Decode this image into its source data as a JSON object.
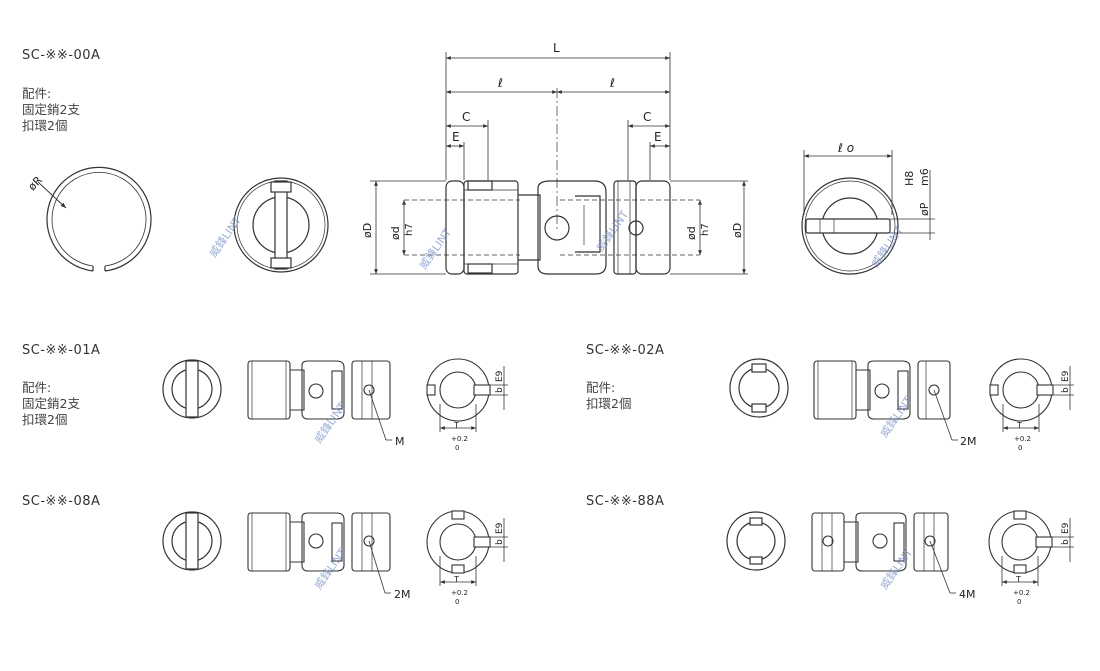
{
  "models": {
    "m00a": "SC-※※-00A",
    "m01a": "SC-※※-01A",
    "m02a": "SC-※※-02A",
    "m08a": "SC-※※-08A",
    "m88a": "SC-※※-88A"
  },
  "notes": {
    "header": "配件:",
    "pins": "固定銷2支",
    "rings": "扣環2個"
  },
  "dims": {
    "L": "L",
    "l": "ℓ",
    "C": "C",
    "E": "E",
    "D": "øD",
    "d": "ød",
    "h7": "h7",
    "lo": "ℓ o",
    "H8": "H8",
    "m6": "m6",
    "P": "øP",
    "R": "øR",
    "E9": "E9",
    "b": "b",
    "T": "T",
    "tol_plus": "+0.2",
    "tol_zero": "0"
  },
  "callouts": {
    "m01a": "M",
    "m02a": "2M",
    "m08a": "2M",
    "m88a": "4M"
  },
  "watermark": "威鋒LINT"
}
